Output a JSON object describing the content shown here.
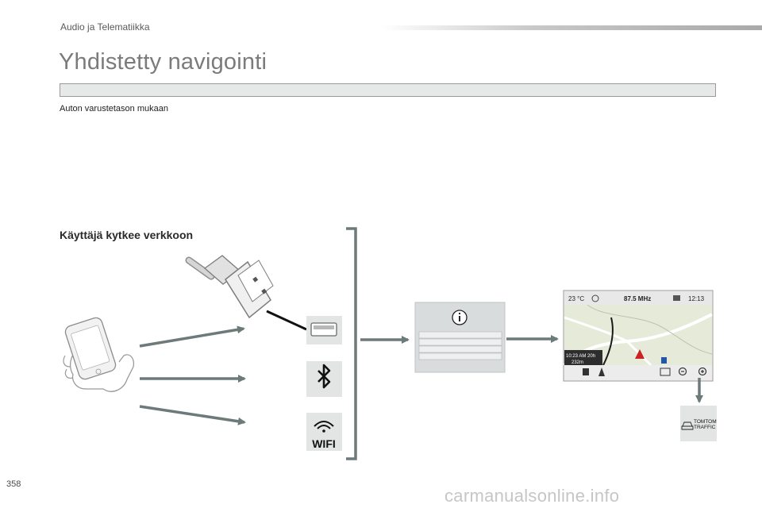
{
  "header": {
    "section": "Audio ja Telematiikka"
  },
  "page": {
    "title": "Yhdistetty navigointi",
    "availability": "Auton varustetason mukaan",
    "number": "358"
  },
  "diagram": {
    "heading": "Käyttäjä kytkee verkkoon",
    "wifi_label": "WIFI",
    "screen": {
      "temperature": "23 °C",
      "frequency": "87.5 MHz",
      "clock": "12:13",
      "eta": "10:23 AM 20h",
      "distance": "232m"
    },
    "traffic_badge": {
      "line1": "TOMTOM",
      "line2": "TRAFFIC"
    },
    "colors": {
      "arrow": "#6d7a7a",
      "panel": "#d9dcdc",
      "icon_box": "#e3e5e5"
    }
  },
  "footer": {
    "watermark": "carmanualsonline.info"
  }
}
